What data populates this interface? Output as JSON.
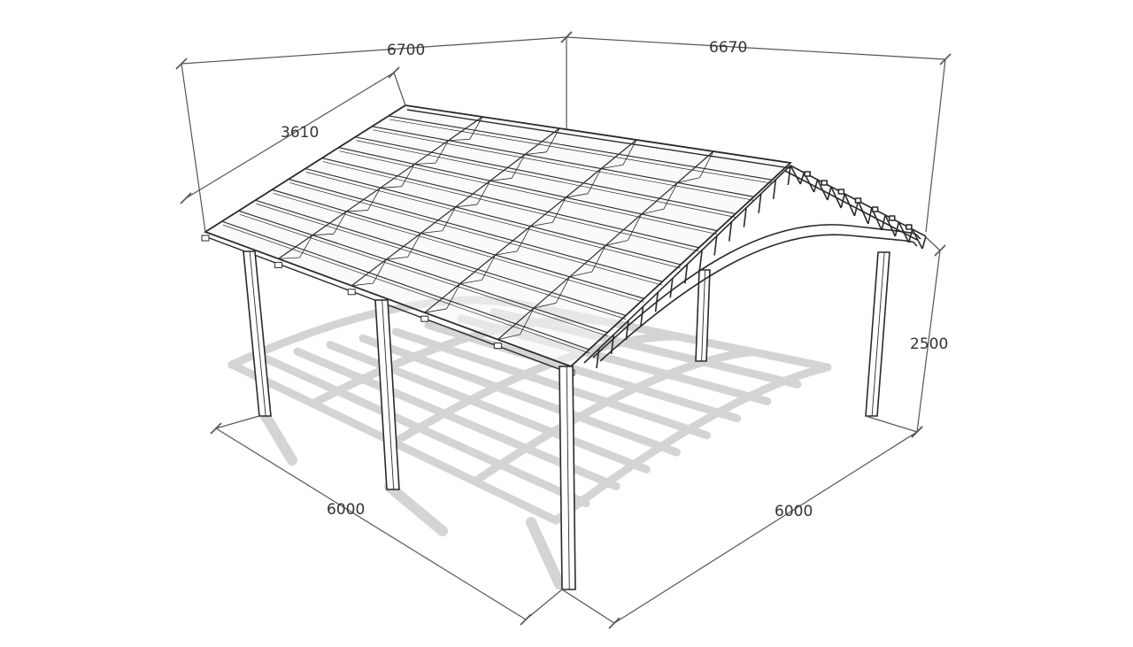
{
  "dimensions": {
    "top_left": "6700",
    "top_right": "6670",
    "roof_slope": "3610",
    "height": "2500",
    "base_left": "6000",
    "base_right": "6000"
  },
  "colors": {
    "line": "#2a2a2a",
    "dim_line": "#555555",
    "shadow": "#d4d4d4",
    "roof_fill": "#f6f6f6",
    "text": "#333333"
  }
}
